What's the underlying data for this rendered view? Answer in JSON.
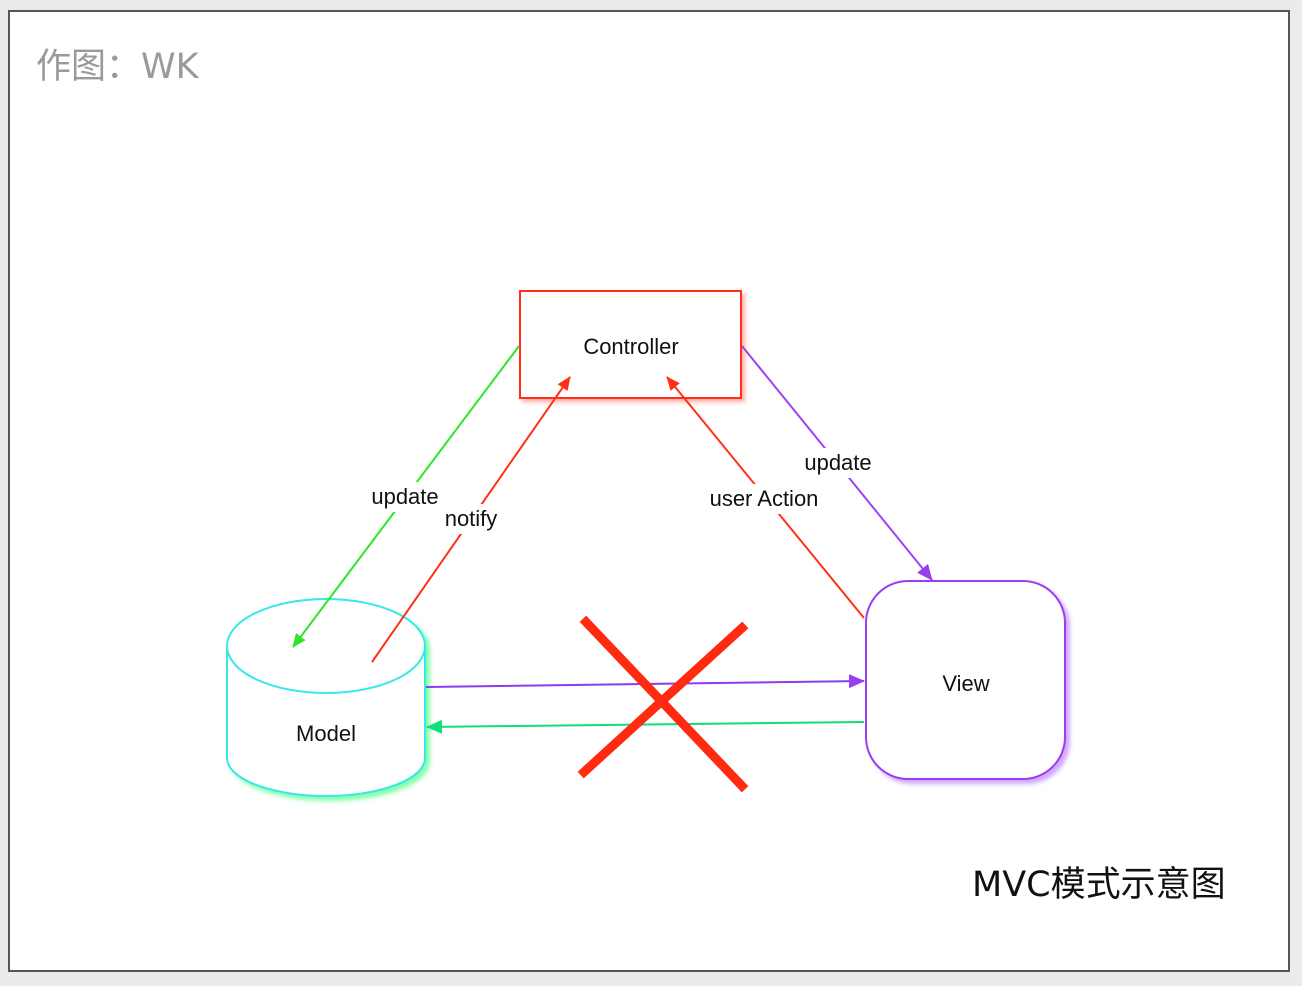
{
  "author_label": "作图：WK",
  "caption": "MVC模式示意图",
  "nodes": {
    "controller": {
      "label": "Controller",
      "color": "#ff2d14"
    },
    "model": {
      "label": "Model",
      "color": "#36e8ea"
    },
    "view": {
      "label": "View",
      "color": "#9a3cf0"
    }
  },
  "edges": {
    "controller_to_model": {
      "label": "update",
      "color": "#2ee626"
    },
    "model_to_controller": {
      "label": "notify",
      "color": "#ff3016"
    },
    "view_to_controller": {
      "label": "user Action",
      "color": "#ff3016"
    },
    "controller_to_view": {
      "label": "update",
      "color": "#a041f2"
    },
    "model_to_view": {
      "color": "#8a3cf0"
    },
    "view_to_model": {
      "color": "#10e07a"
    }
  },
  "cross_mark": {
    "color": "#ff2a10"
  }
}
